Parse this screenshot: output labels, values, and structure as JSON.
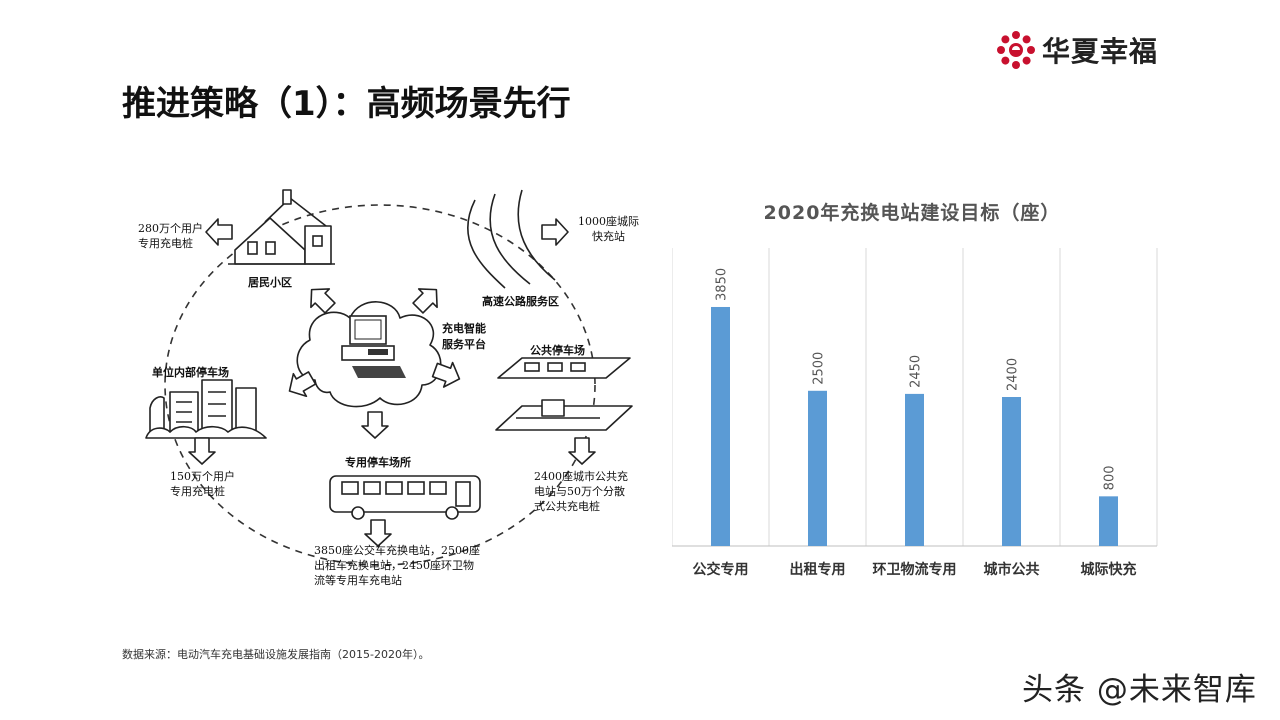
{
  "brand": {
    "name": "华夏幸福",
    "accent": "#c8102e"
  },
  "title": "推进策略（1）：高频场景先行",
  "diagram": {
    "center_label": [
      "充电智能",
      "服务平台"
    ],
    "nodes": {
      "residential": {
        "label": "居民小区",
        "note": [
          "280万个用户",
          "专用充电桩"
        ]
      },
      "highway": {
        "label": "高速公路服务区",
        "note": [
          "1000座城际",
          "快充站"
        ]
      },
      "public_parking": {
        "label": "公共停车场",
        "note": [
          "2400座城市公共充",
          "电站与50万个分散",
          "式公共充电桩"
        ]
      },
      "unit_parking": {
        "label": "单位内部停车场",
        "note": [
          "150万个用户",
          "专用充电桩"
        ]
      },
      "dedicated_parking": {
        "label": "专用停车场所",
        "note": [
          "3850座公交车充换电站，2500座",
          "出租车充换电站，2450座环卫物",
          "流等专用车充电站"
        ]
      }
    }
  },
  "chart_data": {
    "type": "bar",
    "title": "2020年充换电站建设目标（座）",
    "categories": [
      "公交专用",
      "出租专用",
      "环卫物流专用",
      "城市公共",
      "城际快充"
    ],
    "values": [
      3850,
      2500,
      2450,
      2400,
      800
    ],
    "ylim": [
      0,
      4800
    ],
    "grid": "vertical",
    "data_labels": true,
    "color": "#5b9bd5"
  },
  "source": "数据来源：电动汽车充电基础设施发展指南（2015-2020年）。",
  "watermark": "头条 @未来智库"
}
